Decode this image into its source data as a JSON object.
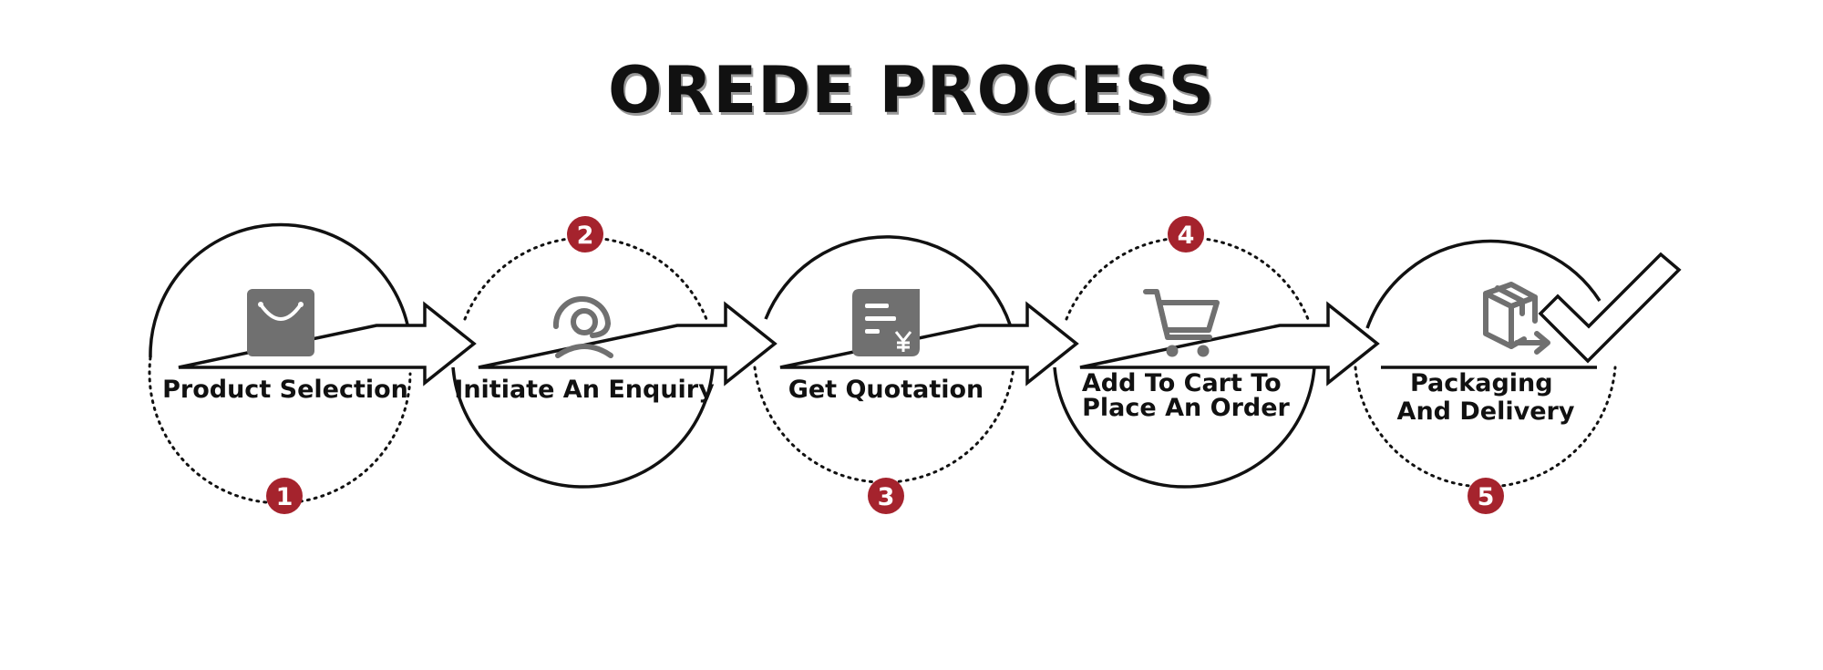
{
  "title": "OREDE PROCESS",
  "colors": {
    "accent": "#a5232d",
    "icon": "#707070",
    "line": "#111111"
  },
  "steps": [
    {
      "number": "1",
      "label_lines": [
        "Product Selection"
      ],
      "icon": "shopping-bag-icon"
    },
    {
      "number": "2",
      "label_lines": [
        "Initiate An Enquiry"
      ],
      "icon": "customer-service-icon"
    },
    {
      "number": "3",
      "label_lines": [
        "Get Quotation"
      ],
      "icon": "quotation-document-icon"
    },
    {
      "number": "4",
      "label_lines": [
        "Add To Cart To",
        "Place An Order"
      ],
      "icon": "shopping-cart-icon"
    },
    {
      "number": "5",
      "label_lines": [
        "Packaging",
        "And Delivery"
      ],
      "icon": "package-delivery-icon"
    }
  ],
  "end_mark": "checkmark-icon"
}
